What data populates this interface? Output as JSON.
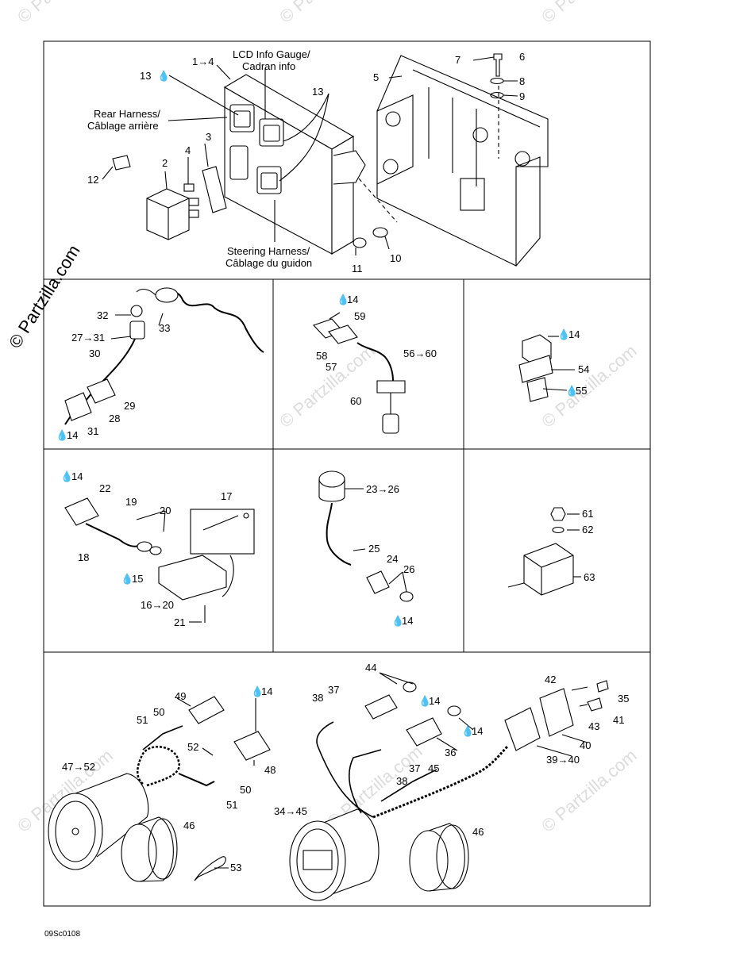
{
  "labels": {
    "p1": {
      "l1_4": "1→4",
      "lcd1": "LCD Info Gauge/",
      "lcd2": "Cadran info",
      "l13a": "13",
      "l13b": "13",
      "rear1": "Rear Harness/",
      "rear2": "Câblage arrière",
      "l2": "2",
      "l3": "3",
      "l4": "4",
      "l5": "5",
      "l6": "6",
      "l7": "7",
      "l8": "8",
      "l9": "9",
      "l10": "10",
      "l11": "11",
      "l12": "12",
      "steer1": "Steering Harness/",
      "steer2": "Câblage du guidon"
    },
    "p2": {
      "l14": "14",
      "l27_31": "27→31",
      "l28": "28",
      "l29": "29",
      "l30": "30",
      "l31": "31",
      "l32": "32",
      "l33": "33"
    },
    "p3": {
      "l14": "14",
      "l56_60": "56→60",
      "l57": "57",
      "l58": "58",
      "l59": "59",
      "l60": "60"
    },
    "p4": {
      "l14": "14",
      "l54": "54",
      "l55": "55"
    },
    "p5": {
      "l14": "14",
      "l15": "15",
      "l16_20": "16→20",
      "l17": "17",
      "l18": "18",
      "l19": "19",
      "l20": "20",
      "l21": "21",
      "l22": "22"
    },
    "p6": {
      "l23_26": "23→26",
      "l24": "24",
      "l25": "25",
      "l26": "26",
      "l14": "14"
    },
    "p7": {
      "l61": "61",
      "l62": "62",
      "l63": "63"
    },
    "p8": {
      "l14a": "14",
      "l46a": "46",
      "l47_52": "47→52",
      "l48": "48",
      "l49": "49",
      "l50a": "50",
      "l50b": "50",
      "l51a": "51",
      "l51b": "51",
      "l52": "52",
      "l53": "53",
      "l14b": "14",
      "l14c": "14",
      "l34_45": "34→45",
      "l35": "35",
      "l36": "36",
      "l37a": "37",
      "l37b": "37",
      "l38a": "38",
      "l38b": "38",
      "l39_40": "39→40",
      "l40": "40",
      "l41": "41",
      "l42": "42",
      "l43": "43",
      "l44": "44",
      "l45": "45",
      "l46b": "46"
    }
  },
  "doc_code": "09Sc0108",
  "watermark": "© Partzilla.com",
  "colors": {
    "line": "#000000",
    "watermark": "#dcdcdc"
  }
}
